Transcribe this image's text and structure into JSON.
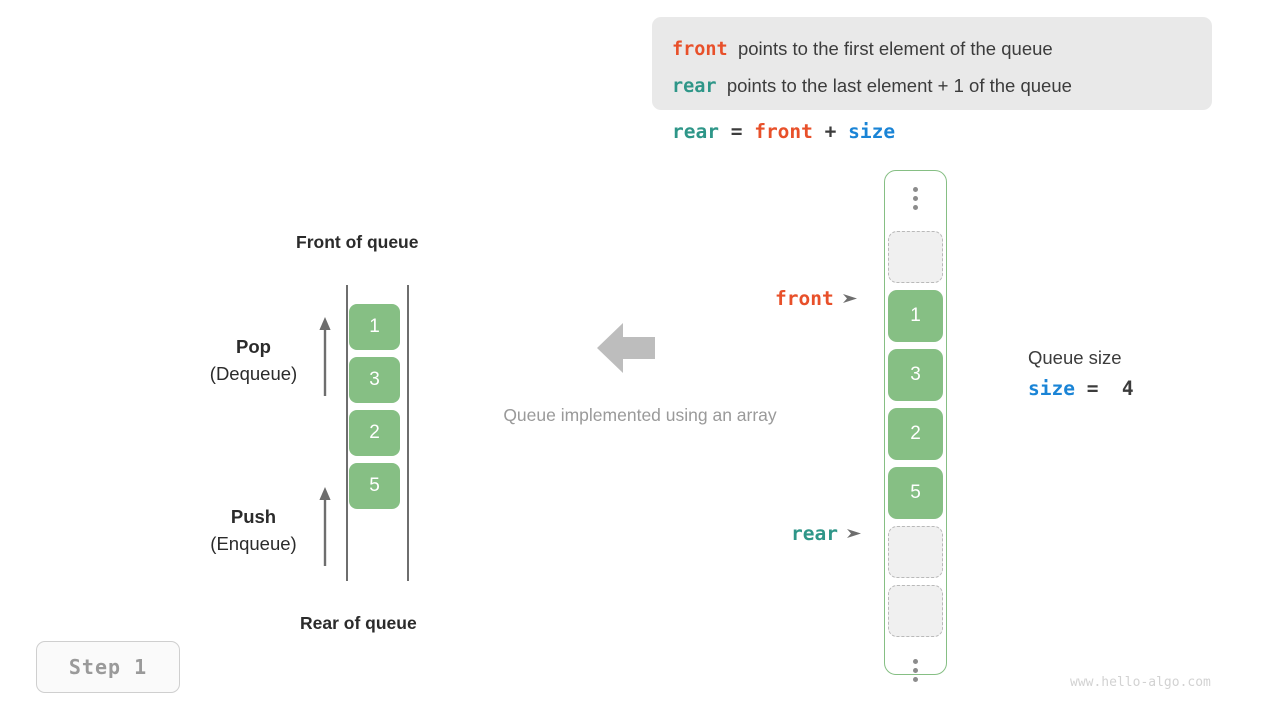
{
  "legend": {
    "lines": [
      {
        "keyword": "front",
        "keyword_color": "#e8502a",
        "text": "points to the first element of the queue"
      },
      {
        "keyword": "rear",
        "keyword_color": "#2e9688",
        "text": "points to the last element + 1 of the queue"
      }
    ],
    "background": "#e9e9e9"
  },
  "formula": {
    "lhs": "rear",
    "eq": " = ",
    "rhs1": "front",
    "plus": " + ",
    "rhs2": "size"
  },
  "left_queue": {
    "front_label": "Front of queue",
    "rear_label": "Rear of queue",
    "cells": [
      "1",
      "3",
      "2",
      "5"
    ],
    "cell_color": "#86bf84",
    "pop": {
      "main": "Pop",
      "sub": "(Dequeue)"
    },
    "push": {
      "main": "Push",
      "sub": "(Enqueue)"
    }
  },
  "center": {
    "caption": "Queue implemented using an array",
    "arrow": "left-arrow-icon"
  },
  "array": {
    "border_color": "#86bf84",
    "slots": [
      {
        "kind": "dots",
        "value": ""
      },
      {
        "kind": "empty",
        "value": ""
      },
      {
        "kind": "filled",
        "value": "1"
      },
      {
        "kind": "filled",
        "value": "3"
      },
      {
        "kind": "filled",
        "value": "2"
      },
      {
        "kind": "filled",
        "value": "5"
      },
      {
        "kind": "empty",
        "value": ""
      },
      {
        "kind": "empty",
        "value": ""
      },
      {
        "kind": "dots",
        "value": ""
      }
    ]
  },
  "pointers": {
    "front": {
      "label": "front",
      "color": "#e8502a"
    },
    "rear": {
      "label": "rear",
      "color": "#2e9688"
    }
  },
  "size_info": {
    "title": "Queue size",
    "name": "size",
    "name_color": "#1a84d6",
    "expr": " =  4",
    "value": 4
  },
  "step_badge": {
    "label": "Step 1"
  },
  "watermark": {
    "text": "www.hello-algo.com"
  }
}
